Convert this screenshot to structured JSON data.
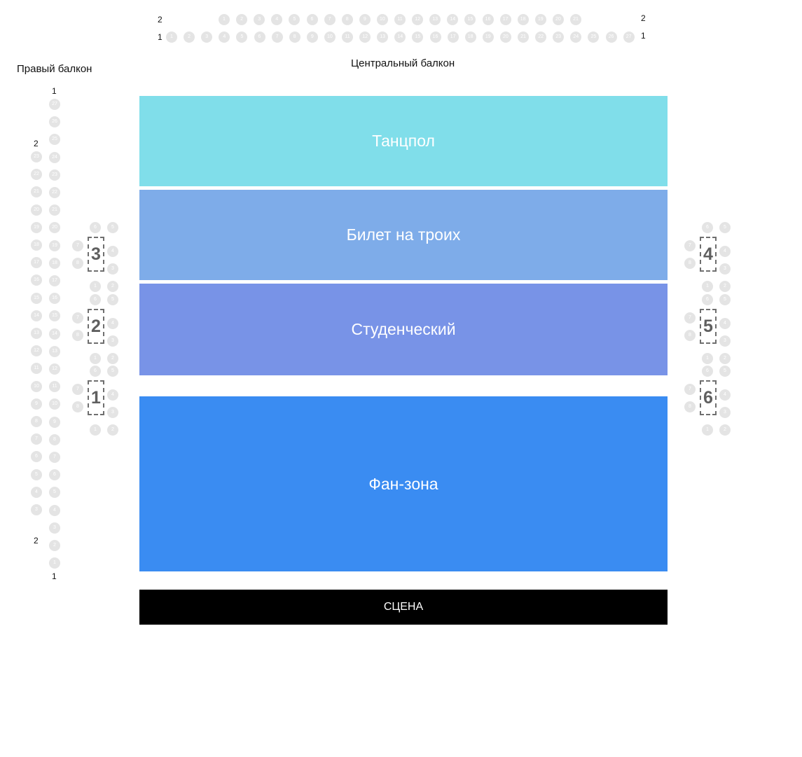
{
  "labels": {
    "center_balcony": "Центральный балкон",
    "right_balcony": "Правый балкон",
    "stage": "СЦЕНА"
  },
  "zones": [
    {
      "key": "tancpol",
      "label": "Танцпол",
      "color": "#80deea"
    },
    {
      "key": "trio",
      "label": "Билет на троих",
      "color": "#7eace9"
    },
    {
      "key": "student",
      "label": "Студенческий",
      "color": "#7893e7"
    },
    {
      "key": "fanzone",
      "label": "Фан-зона",
      "color": "#3a8cf2"
    }
  ],
  "row_labels": {
    "top_left_row2": "2",
    "top_left_row1": "1",
    "top_right_row2": "2",
    "top_right_row1": "1",
    "side_top_row1": "1",
    "side_top_row2": "2",
    "side_bottom_row2": "2",
    "side_bottom_row1": "1"
  },
  "center_balcony": {
    "row2": [
      "1",
      "2",
      "3",
      "4",
      "5",
      "6",
      "7",
      "8",
      "9",
      "10",
      "11",
      "12",
      "13",
      "14",
      "15",
      "16",
      "17",
      "18",
      "19",
      "20",
      "21"
    ],
    "row1": [
      "1",
      "2",
      "3",
      "4",
      "5",
      "6",
      "7",
      "8",
      "9",
      "10",
      "11",
      "12",
      "13",
      "14",
      "15",
      "16",
      "17",
      "18",
      "19",
      "20",
      "21",
      "22",
      "23",
      "24",
      "25",
      "26",
      "27"
    ]
  },
  "right_balcony": {
    "row1": [
      "27",
      "26",
      "25",
      "24",
      "23",
      "22",
      "21",
      "20",
      "19",
      "18",
      "17",
      "16",
      "15",
      "14",
      "13",
      "12",
      "11",
      "10",
      "9",
      "8",
      "7",
      "6",
      "5",
      "4",
      "3",
      "2",
      "1"
    ],
    "row2": [
      "23",
      "22",
      "21",
      "20",
      "19",
      "18",
      "17",
      "16",
      "15",
      "14",
      "13",
      "12",
      "11",
      "10",
      "9",
      "8",
      "7",
      "6",
      "5",
      "4",
      "3"
    ]
  },
  "boxes": [
    {
      "label": "3"
    },
    {
      "label": "2"
    },
    {
      "label": "1"
    },
    {
      "label": "4"
    },
    {
      "label": "5"
    },
    {
      "label": "6"
    }
  ],
  "box_seats": [
    "1",
    "2",
    "3",
    "4",
    "5",
    "6",
    "7",
    "8"
  ]
}
